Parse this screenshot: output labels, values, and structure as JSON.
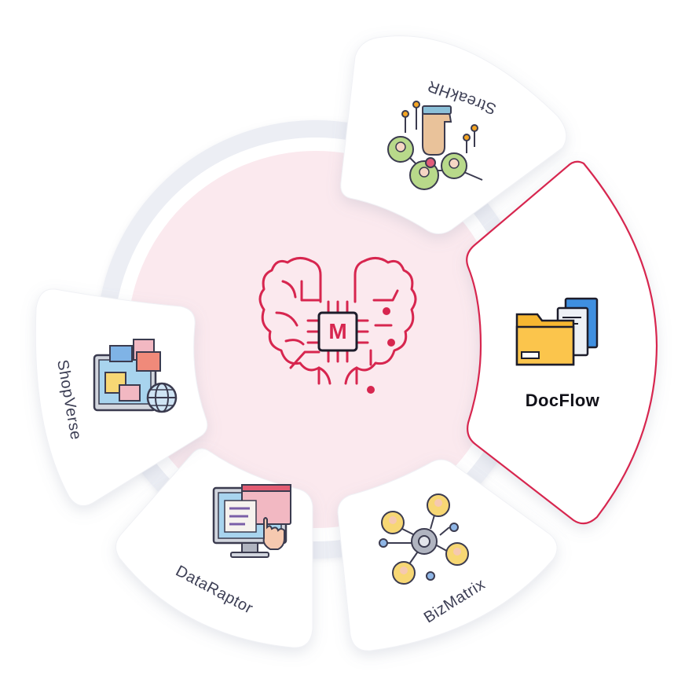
{
  "hub": {
    "icon": "brain-chip-icon",
    "chip_letter": "M",
    "accent_color": "#d7264f"
  },
  "segments": [
    {
      "id": "streakhr",
      "label": "StreakHR",
      "icon": "hand-touch-network-icon",
      "active": false
    },
    {
      "id": "docflow",
      "label": "DocFlow",
      "icon": "folder-documents-icon",
      "active": true
    },
    {
      "id": "bizmatrix",
      "label": "BizMatrix",
      "icon": "gear-people-network-icon",
      "active": false
    },
    {
      "id": "dataraptor",
      "label": "DataRaptor",
      "icon": "monitor-click-icon",
      "active": false
    },
    {
      "id": "shopverse",
      "label": "ShopVerse",
      "icon": "store-globe-icon",
      "active": false
    }
  ],
  "colors": {
    "active_border": "#d7264f",
    "inner_circle": "#fbe8ec",
    "outer_ring": "#eef0f5",
    "card_fill": "#ffffff"
  }
}
